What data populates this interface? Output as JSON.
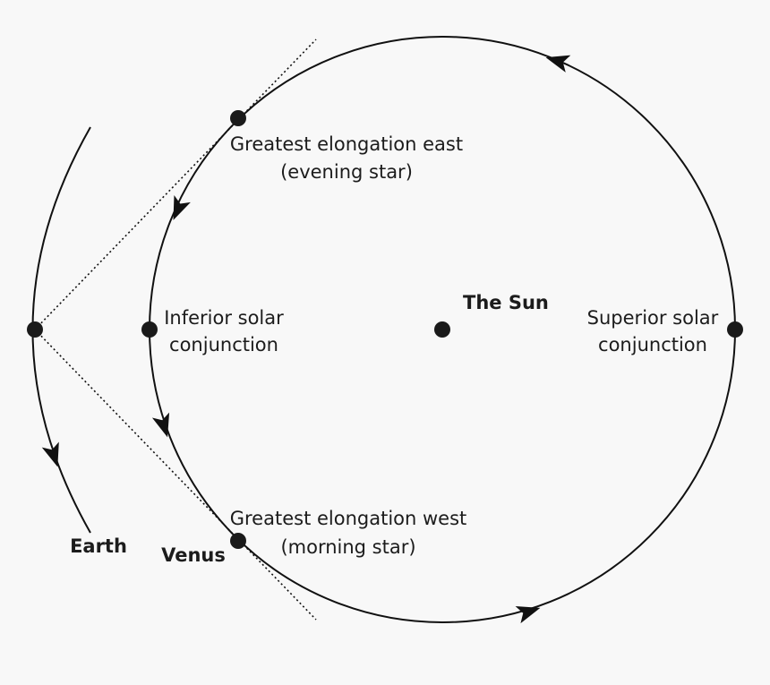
{
  "labels": {
    "sun": "The Sun",
    "earth": "Earth",
    "venus": "Venus",
    "greatest_east_line1": "Greatest elongation east",
    "greatest_east_line2": "(evening star)",
    "greatest_west_line1": "Greatest elongation west",
    "greatest_west_line2": "(morning star)",
    "inferior_line1": "Inferior solar",
    "inferior_line2": "conjunction",
    "superior_line1": "Superior solar",
    "superior_line2": "conjunction"
  },
  "colors": {
    "background": "#f8f8f8",
    "ink": "#111111"
  }
}
